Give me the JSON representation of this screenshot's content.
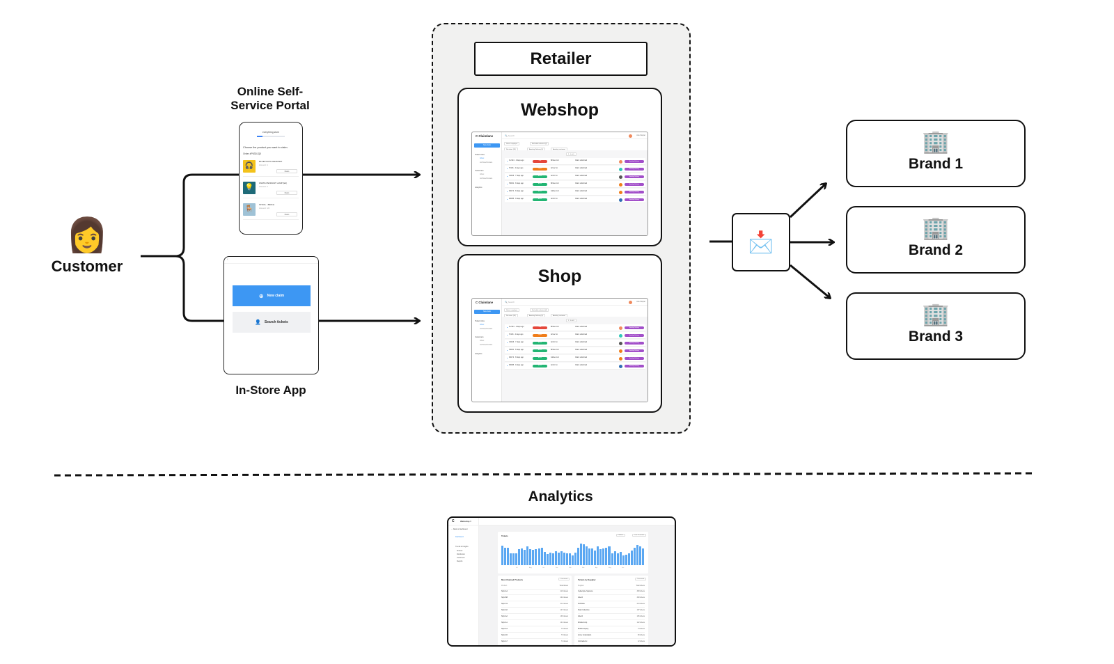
{
  "customer": {
    "emoji": "👩",
    "label": "Customer"
  },
  "portal": {
    "caption_line1": "Online Self-",
    "caption_line2": "Service Portal",
    "store": "everything store",
    "progress": 0.2,
    "question": "Choose the product you want to claim.",
    "order": "Order #P63DJQ0",
    "claim_label": "Claim",
    "items": [
      {
        "title": "BLUETOOTH HEADSET",
        "amount": "Amount: 1",
        "color": "#f3c21b",
        "icon": "🎧"
      },
      {
        "title": "WHITE PENDANT LAMP (E2)",
        "amount": "Amount: 1",
        "color": "#1e6a78",
        "icon": "💡"
      },
      {
        "title": "STOOL - BIRCH",
        "amount": "Amount: 1/2",
        "color": "#9fc2d6",
        "icon": "🪑"
      }
    ]
  },
  "instore": {
    "caption": "In-Store App",
    "back": "‹",
    "new_claim": "New claim",
    "search_tickets": "Search tickets"
  },
  "retailer": {
    "title": "Retailer",
    "channels": [
      {
        "title": "Webshop"
      },
      {
        "title": "Shop"
      }
    ]
  },
  "mini_app": {
    "logo": "Claimlane",
    "new_claim": "New claim",
    "search": "Search",
    "user": "Ana Cooper",
    "nav": [
      {
        "label": "Ticket Inbox",
        "sub": false,
        "active": false
      },
      {
        "label": "Inbox",
        "sub": true,
        "active": true
      },
      {
        "label": "Archived tickets",
        "sub": true,
        "active": false
      },
      {
        "label": "Customers",
        "sub": false,
        "active": false
      },
      {
        "label": "Inbox",
        "sub": true,
        "active": false
      },
      {
        "label": "Archived tickets",
        "sub": true,
        "active": false
      },
      {
        "label": "Analytics",
        "sub": false,
        "active": false
      }
    ],
    "filters": [
      "Select employee",
      "Excluded redacted (4)",
      "No status (33)",
      "Awaiting Delivery (5)",
      "Awaiting customer"
    ],
    "pager": "1 - 6 of 6",
    "rows": [
      {
        "id": "F-2124 · 4 days ago",
        "pill": "Late",
        "pill_color": "#e5473b",
        "supplier": "Bricker Ltd",
        "status": "Claim submitted",
        "avatar": "#f08a5d",
        "tag": "Awaiting Delivery"
      },
      {
        "id": "H-916 · 4 days ago",
        "pill": "Urgent",
        "pill_color": "#f07d1a",
        "supplier": "Arrow Co",
        "status": "Claim submitted",
        "avatar": "#2fc7b7",
        "tag": "Awaiting Delivery"
      },
      {
        "id": "C4446 · 7 days ago",
        "pill": "Active",
        "pill_color": "#22b573",
        "supplier": "Arctic Co",
        "status": "Claim submitted",
        "avatar": "#555555",
        "tag": "Awaiting Delivery"
      },
      {
        "id": "H2001 · 8 days ago",
        "pill": "Active",
        "pill_color": "#22b573",
        "supplier": "Bricker Ltd",
        "status": "Claim submitted",
        "avatar": "#f07d1a",
        "tag": "Awaiting Delivery"
      },
      {
        "id": "D4172 · 8 days ago",
        "pill": "Active",
        "pill_color": "#22b573",
        "supplier": "Globex Ltd",
        "status": "Claim submitted",
        "avatar": "#f07d1a",
        "tag": "Awaiting Delivery"
      },
      {
        "id": "D3095 · 9 days ago",
        "pill": "Active",
        "pill_color": "#22b573",
        "supplier": "Arctic Co",
        "status": "Claim submitted",
        "avatar": "#2f6db3",
        "tag": "Awaiting Delivery"
      }
    ]
  },
  "router": {
    "icon": "📩"
  },
  "brands": [
    {
      "label": "Brand 1",
      "icon": "🏢"
    },
    {
      "label": "Brand 2",
      "icon": "🏢"
    },
    {
      "label": "Brand 3",
      "icon": "🏢"
    }
  ],
  "analytics": {
    "title": "Analytics",
    "app": {
      "workspace": "Webshop ▾",
      "back": "Back to Dashboard",
      "nav": [
        {
          "label": "Dashboard",
          "active": true
        },
        {
          "label": "Trends & Insights",
          "active": false
        },
        {
          "label": "Product",
          "active": false
        },
        {
          "label": "Distribution",
          "active": false
        },
        {
          "label": "Customers",
          "active": false
        },
        {
          "label": "Reports",
          "active": false
        }
      ],
      "tickets_card": {
        "title": "Tickets",
        "filter1": "Platform",
        "filter2": "Last 12 months"
      },
      "bars": [
        0.82,
        0.75,
        0.74,
        0.5,
        0.5,
        0.5,
        0.68,
        0.72,
        0.64,
        0.8,
        0.68,
        0.65,
        0.67,
        0.72,
        0.74,
        0.56,
        0.46,
        0.54,
        0.5,
        0.6,
        0.52,
        0.6,
        0.53,
        0.5,
        0.5,
        0.42,
        0.53,
        0.73,
        0.92,
        0.88,
        0.8,
        0.72,
        0.72,
        0.62,
        0.8,
        0.68,
        0.7,
        0.74,
        0.78,
        0.5,
        0.6,
        0.5,
        0.56,
        0.42,
        0.44,
        0.5,
        0.62,
        0.74,
        0.85,
        0.78,
        0.72
      ],
      "x_ticks": [
        "Jul",
        "Aug",
        "Oct",
        "Dec",
        "Feb",
        "Mar",
        "Apr",
        "May",
        "Jun"
      ],
      "products_card": {
        "title": "Most Claimed Products",
        "filter": "This month",
        "col1": "Product",
        "col2": "Total tickets",
        "rows": [
          {
            "name": "Stylo A4",
            "value": "216 tickets"
          },
          {
            "name": "Stylo B8",
            "value": "202 tickets"
          },
          {
            "name": "Stylo X2",
            "value": "211 tickets"
          },
          {
            "name": "Stylo A6",
            "value": "147 tickets"
          },
          {
            "name": "Stylo A2",
            "value": "136 tickets"
          },
          {
            "name": "Stylo A1",
            "value": "141 tickets"
          },
          {
            "name": "Stylo A3",
            "value": "73 tickets"
          },
          {
            "name": "Stylo A5",
            "value": "73 tickets"
          },
          {
            "name": "Stylo A7",
            "value": "71 tickets"
          },
          {
            "name": "Stylo A9",
            "value": "8 tickets"
          }
        ]
      },
      "suppliers_card": {
        "title": "Tickets by Supplier",
        "filter": "This month",
        "col1": "Supplier",
        "col2": "Total tickets",
        "rows": [
          {
            "name": "Cyberdyne Systems",
            "value": "338 tickets"
          },
          {
            "name": "Initech",
            "value": "328 tickets"
          },
          {
            "name": "Soft Raw",
            "value": "213 tickets"
          },
          {
            "name": "Stark Industries",
            "value": "187 tickets"
          },
          {
            "name": "Initech",
            "value": "156 tickets"
          },
          {
            "name": "Wonka Corp",
            "value": "142 tickets"
          },
          {
            "name": "MultiCompany",
            "value": "74 tickets"
          },
          {
            "name": "Acme Corporation",
            "value": "69 tickets"
          },
          {
            "name": "Umbrella Inc",
            "value": "12 tickets"
          }
        ]
      }
    }
  }
}
